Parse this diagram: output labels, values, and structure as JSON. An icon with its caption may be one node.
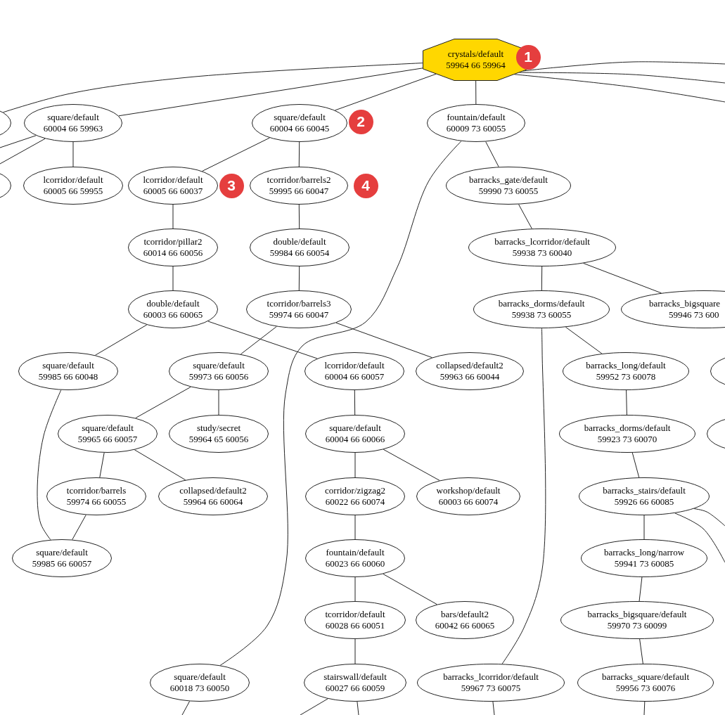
{
  "diagram": {
    "nodes": [
      {
        "text": [
          "crystals/default",
          "59964 66 59964"
        ]
      },
      {
        "text": [],
        "shape": "ellipse"
      },
      {
        "text": [
          "square/default",
          "60004 66 59963"
        ]
      },
      {
        "text": [
          "square/default",
          "60004 66 60045"
        ]
      },
      {
        "text": [
          "fountain/default",
          "60009 73 60055"
        ]
      },
      {
        "text": [],
        "shape": "ellipse"
      },
      {
        "text": [
          "lcorridor/default",
          "60005 66 59955"
        ]
      },
      {
        "text": [
          "lcorridor/default",
          "60005 66 60037"
        ]
      },
      {
        "text": [
          "tcorridor/barrels2",
          "59995 66 60047"
        ]
      },
      {
        "text": [
          "barracks_gate/default",
          "59990 73 60055"
        ]
      },
      {
        "text": [
          "tcorridor/pillar2",
          "60014 66 60056"
        ]
      },
      {
        "text": [
          "double/default",
          "59984 66 60054"
        ]
      },
      {
        "text": [
          "barracks_lcorridor/default",
          "59938 73 60040"
        ]
      },
      {
        "text": [
          "double/default",
          "60003 66 60065"
        ]
      },
      {
        "text": [
          "tcorridor/barrels3",
          "59974 66 60047"
        ]
      },
      {
        "text": [
          "barracks_dorms/default",
          "59938 73 60055"
        ]
      },
      {
        "text": [
          "barracks_bigsquare",
          "59946 73 600"
        ]
      },
      {
        "text": [
          "square/default",
          "59985 66 60048"
        ]
      },
      {
        "text": [
          "square/default",
          "59973 66 60056"
        ]
      },
      {
        "text": [
          "lcorridor/default",
          "60004 66 60057"
        ]
      },
      {
        "text": [
          "collapsed/default2",
          "59963 66 60044"
        ]
      },
      {
        "text": [
          "barracks_long/default",
          "59952 73 60078"
        ]
      },
      {
        "text": [],
        "shape": "ellipse"
      },
      {
        "text": [
          "square/default",
          "59965 66 60057"
        ]
      },
      {
        "text": [
          "study/secret",
          "59964 65 60056"
        ]
      },
      {
        "text": [
          "square/default",
          "60004 66 60066"
        ]
      },
      {
        "text": [
          "barracks_dorms/default",
          "59923 73 60070"
        ]
      },
      {
        "text": [],
        "shape": "ellipse"
      },
      {
        "text": [
          "tcorridor/barrels",
          "59974 66 60055"
        ]
      },
      {
        "text": [
          "collapsed/default2",
          "59964 66 60064"
        ]
      },
      {
        "text": [
          "corridor/zigzag2",
          "60022 66 60074"
        ]
      },
      {
        "text": [
          "workshop/default",
          "60003 66 60074"
        ]
      },
      {
        "text": [
          "barracks_stairs/default",
          "59926 66 60085"
        ]
      },
      {
        "text": [
          "square/default",
          "59985 66 60057"
        ]
      },
      {
        "text": [
          "fountain/default",
          "60023 66 60060"
        ]
      },
      {
        "text": [
          "barracks_long/narrow",
          "59941 73 60085"
        ]
      },
      {
        "text": [
          "tcorridor/default",
          "60028 66 60051"
        ]
      },
      {
        "text": [
          "bars/default2",
          "60042 66 60065"
        ]
      },
      {
        "text": [
          "barracks_bigsquare/default",
          "59970 73 60099"
        ]
      },
      {
        "text": [
          "square/default",
          "60018 73 60050"
        ]
      },
      {
        "text": [
          "stairswall/default",
          "60027 66 60059"
        ]
      },
      {
        "text": [
          "barracks_lcorridor/default",
          "59967 73 60075"
        ]
      },
      {
        "text": [
          "barracks_square/default",
          "59956 73 60076"
        ]
      }
    ],
    "edges": [
      {
        "from": 0,
        "to": 1,
        "arrow": "none"
      },
      {
        "from": 0,
        "to": 2,
        "arrow": "none"
      },
      {
        "from": 0,
        "to": 3,
        "arrow": "none"
      },
      {
        "from": 0,
        "to": 4,
        "arrow": "none"
      },
      {
        "from": 0,
        "to": null,
        "arrow": "none"
      },
      {
        "from": 0,
        "to": null,
        "arrow": "none"
      },
      {
        "from": 0,
        "to": null,
        "arrow": "none"
      },
      {
        "from": 2,
        "to": null,
        "arrow": "none"
      },
      {
        "from": 2,
        "to": null,
        "arrow": "none"
      },
      {
        "from": 2,
        "to": 6,
        "arrow": "none"
      },
      {
        "from": 3,
        "to": 7,
        "arrow": "none"
      },
      {
        "from": 3,
        "to": 8,
        "arrow": "none"
      },
      {
        "from": 4,
        "to": 9,
        "arrow": "none"
      },
      {
        "from": 4,
        "to": 39,
        "arrow": "none"
      },
      {
        "from": 7,
        "to": 10,
        "arrow": "none"
      },
      {
        "from": 8,
        "to": 11,
        "arrow": "none"
      },
      {
        "from": 9,
        "to": 12,
        "arrow": "none"
      },
      {
        "from": 10,
        "to": 13,
        "arrow": "none"
      },
      {
        "from": 11,
        "to": 14,
        "arrow": "none"
      },
      {
        "from": 12,
        "to": 15,
        "arrow": "none"
      },
      {
        "from": 12,
        "to": 16,
        "arrow": "none"
      },
      {
        "from": 13,
        "to": 17,
        "arrow": "none"
      },
      {
        "from": 13,
        "to": 19,
        "arrow": "none"
      },
      {
        "from": 14,
        "to": 18,
        "arrow": "none"
      },
      {
        "from": 14,
        "to": 20,
        "arrow": "none"
      },
      {
        "from": 15,
        "to": 21,
        "arrow": "none"
      },
      {
        "from": 15,
        "to": 41,
        "arrow": "none"
      },
      {
        "from": 17,
        "to": 33,
        "arrow": "none"
      },
      {
        "from": 18,
        "to": 23,
        "arrow": "none"
      },
      {
        "from": 18,
        "to": 24,
        "arrow": "none"
      },
      {
        "from": 19,
        "to": 25,
        "arrow": "none"
      },
      {
        "from": 21,
        "to": 26,
        "arrow": "none"
      },
      {
        "from": 23,
        "to": 28,
        "arrow": "none"
      },
      {
        "from": 23,
        "to": 29,
        "arrow": "none"
      },
      {
        "from": 25,
        "to": 30,
        "arrow": "none"
      },
      {
        "from": 25,
        "to": 31,
        "arrow": "none"
      },
      {
        "from": 26,
        "to": 32,
        "arrow": "none"
      },
      {
        "from": 28,
        "to": 33,
        "arrow": "none"
      },
      {
        "from": 30,
        "to": 34,
        "arrow": "none"
      },
      {
        "from": 32,
        "to": 35,
        "arrow": "none"
      },
      {
        "from": 32,
        "to": null,
        "arrow": "none"
      },
      {
        "from": 32,
        "to": null,
        "arrow": "none"
      },
      {
        "from": 34,
        "to": 36,
        "arrow": "none"
      },
      {
        "from": 34,
        "to": 37,
        "arrow": "none"
      },
      {
        "from": 35,
        "to": 38,
        "arrow": "none"
      },
      {
        "from": 36,
        "to": 40,
        "arrow": "none"
      },
      {
        "from": 38,
        "to": 42,
        "arrow": "none"
      },
      {
        "from": 39,
        "to": null,
        "arrow": "none"
      },
      {
        "from": 40,
        "to": null,
        "arrow": "none"
      },
      {
        "from": 40,
        "to": null,
        "arrow": "none"
      },
      {
        "from": 41,
        "to": null,
        "arrow": "none"
      },
      {
        "from": 42,
        "to": null,
        "arrow": "none"
      }
    ],
    "labels": [
      "1",
      "2",
      "3",
      "4"
    ]
  }
}
